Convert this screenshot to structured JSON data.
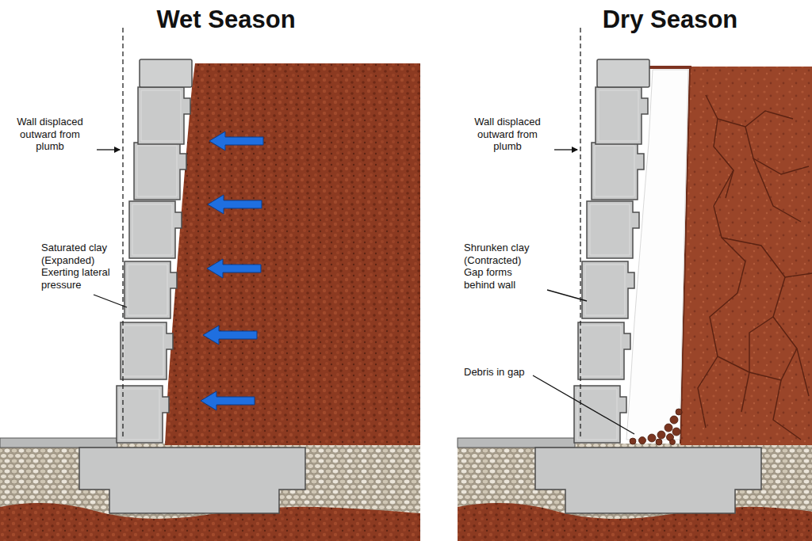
{
  "diagram": {
    "labels": [
      "Wet Season",
      "Wall displaced outward from plumb",
      "Saturated clay (Expanded) Exerting lateral pressure",
      "Dry Season",
      "Wall displaced outward from plumb",
      "Shrunken clay (Contracted) Gap forms behind wall",
      "Debris in gap"
    ]
  }
}
